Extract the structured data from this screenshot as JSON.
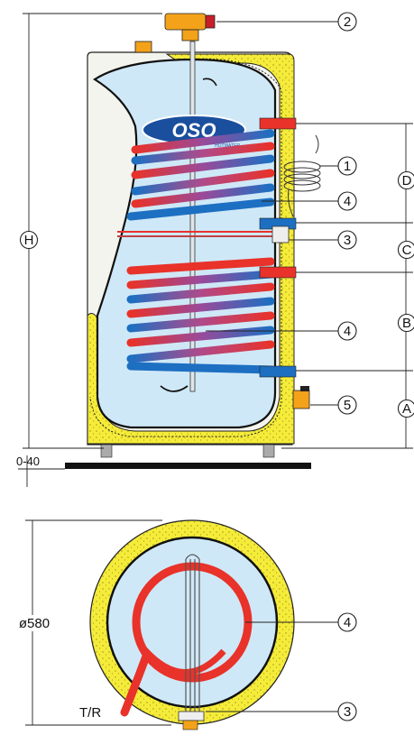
{
  "callouts": {
    "c1": "1",
    "c2": "2",
    "c3_top": "3",
    "c3_bottom": "3",
    "c4_upper": "4",
    "c4_lower": "4",
    "c4_plan": "4",
    "c5": "5"
  },
  "dimensions": {
    "height": "H",
    "section_d": "D",
    "section_c": "C",
    "section_b": "B",
    "section_a": "A",
    "feet": "0-40",
    "diameter": "ø580",
    "tr": "T/R"
  },
  "logo": {
    "brand": "OSO",
    "sub": "HOTWATER"
  },
  "colors": {
    "insulation": "#f5ec3a",
    "water": "#cfe8f7",
    "hot": "#e8322a",
    "cold": "#1d6fc2",
    "jacket": "#f4f4ef"
  }
}
